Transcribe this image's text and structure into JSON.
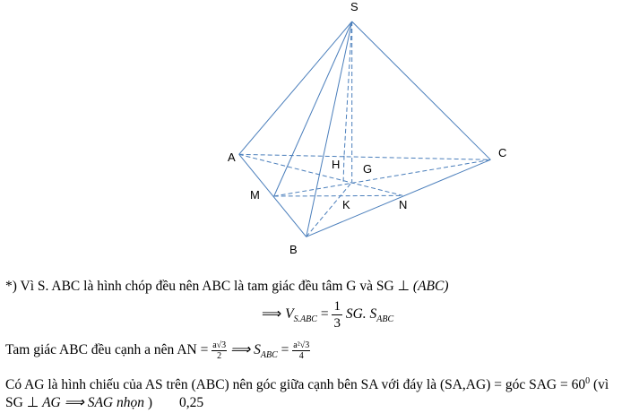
{
  "diagram": {
    "points": {
      "S": "S",
      "A": "A",
      "B": "B",
      "C": "C",
      "M": "M",
      "N": "N",
      "G": "G",
      "H": "H",
      "K": "K"
    },
    "line_color": "#4a7ebb"
  },
  "text": {
    "line1": "*) Vì S. ABC là hình chóp đều nên ABC là tam giác đều tâm G và SG ⊥ ",
    "line1_math": "(ABC)",
    "line2_arrow": "⟹ ",
    "line2_V": "V",
    "line2_Vsub": "S.ABC",
    "line2_eq": " = ",
    "line2_num": "1",
    "line2_den": "3",
    "line2_rest": " SG. S",
    "line2_rest_sub": "ABC",
    "line3_a": "Tam giác ABC đều cạnh a nên AN = ",
    "line3_fnum": "a√3",
    "line3_fden": "2",
    "line3_b": " ⟹ S",
    "line3_sub": "ABC",
    "line3_eq": " = ",
    "line3_f2num": "a²√3",
    "line3_f2den": "4",
    "line4": "Có AG là hình chiếu của AS trên (ABC) nên góc giữa cạnh bên SA với đáy là (SA,AG) = góc SAG = 60",
    "line4_sup": "0",
    "line4_end": " (vì",
    "line5_a": "SG ⊥ ",
    "line5_math": "AG  ⟹ SAG nhọn",
    "line5_b": " )",
    "score": "0,25"
  }
}
